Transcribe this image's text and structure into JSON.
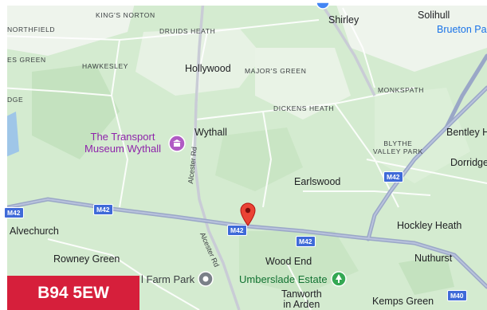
{
  "map": {
    "places": {
      "kings_norton": "KING'S NORTON",
      "northfield": "NORTHFIELD",
      "druids_heath": "DRUIDS HEATH",
      "shirley": "Shirley",
      "solihull": "Solihull",
      "brueton_park": "Brueton Pa",
      "es_green": "ES GREEN",
      "hawkesley": "HAWKESLEY",
      "hollywood": "Hollywood",
      "majors_green": "MAJOR'S GREEN",
      "monkspath": "MONKSPATH",
      "dge": "DGE",
      "dickens_heath": "DICKENS HEATH",
      "wythall": "Wythall",
      "bentley_heath": "Bentley H",
      "blythe_valley_park": "BLYTHE\nVALLEY PARK",
      "dorridge": "Dorridge",
      "earlswood": "Earlswood",
      "alvechurch": "Alvechurch",
      "hockley_heath": "Hockley Heath",
      "rowney_green": "Rowney Green",
      "wood_end": "Wood End",
      "nuthurst": "Nuthurst",
      "tanworth": "Tanworth\nin Arden",
      "kemps_green": "Kemps Green"
    },
    "pois": {
      "transport_museum": "The Transport\nMuseum Wythall",
      "farm_park": "l Farm Park",
      "umberslade": "Umberslade Estate"
    },
    "roads": {
      "alcester_rd_1": "Alcester Rd",
      "alcester_rd_2": "Alcester Rd",
      "m42_a": "M42",
      "m42_b": "M42",
      "m42_c": "M42",
      "m42_d": "M42",
      "m42_e": "M42",
      "m40": "M40"
    },
    "postcode": "B94 5EW"
  }
}
